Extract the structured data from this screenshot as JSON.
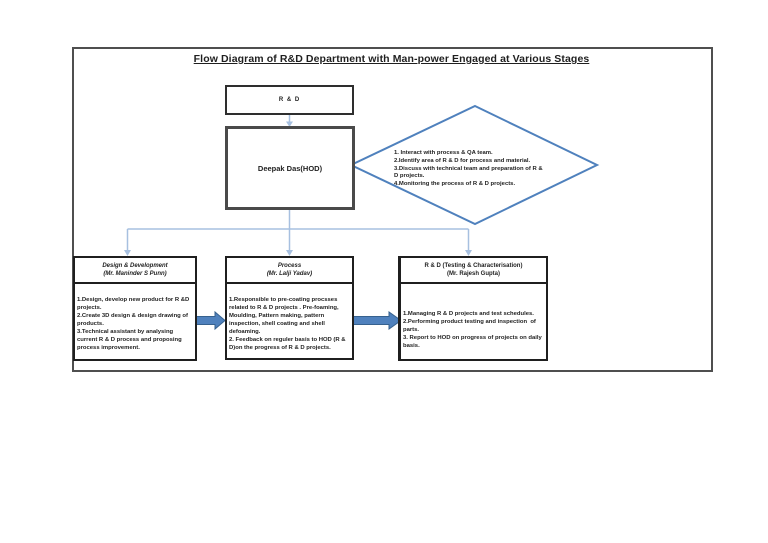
{
  "title": "Flow Diagram of R&D Department with Man-power Engaged at Various Stages",
  "nodes": {
    "rd": "R & D",
    "hod": "Deepak  Das(HOD)",
    "diamond": "1. Interact with process & QA team.\n2.Identify area of R & D for process and material.\n3.Discuss with technical team and preparation of R & D projects.\n4.Monitoring the process of R & D projects."
  },
  "columns": [
    {
      "title": "Design & Development",
      "subtitle": "(Mr. Maninder S Punn)",
      "body": "1.Design, develop new product for R &D projects.\n2.Create 3D design & design drawing of products.\n3.Technical assistant by analysing current R & D process and proposing process improvement."
    },
    {
      "title": "Process",
      "subtitle": "(Mr. Lalji Yadav)",
      "body": "1.Responsible to pre-coating procsses related to R & D projects . Pre-foaming, Moulding, Pattern making, pattern inspection, shell coating and shell defoaming.\n2. Feedback on reguler basis to HOD (R & D)on the progress of R & D projects."
    },
    {
      "title": "R & D (Testing & Characterisation)",
      "subtitle": "(Mr. Rajesh Gupta)",
      "body": "1.Managing R & D projects and test schedules.\n2.Performing product testing and inspection  of parts.\n3. Report to HOD on progress of projects on daily basis."
    }
  ],
  "colors": {
    "diamond_stroke": "#4f81bd",
    "connector": "#a7c0e0",
    "block_arrow_fill": "#4f81bd",
    "block_arrow_stroke": "#36618e",
    "frame_border": "#4f4f4f",
    "text": "#1f1f1f"
  }
}
